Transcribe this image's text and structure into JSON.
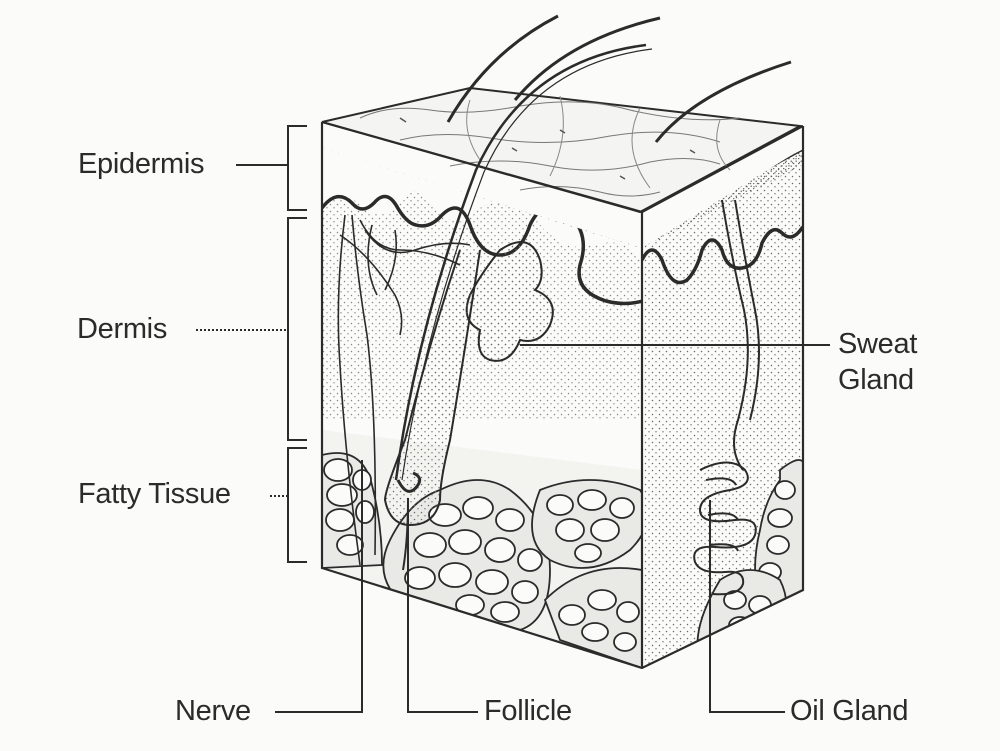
{
  "labels": {
    "epidermis": "Epidermis",
    "dermis": "Dermis",
    "fatty_tissue": "Fatty Tissue",
    "sweat_gland_line1": "Sweat",
    "sweat_gland_line2": "Gland",
    "nerve": "Nerve",
    "follicle": "Follicle",
    "oil_gland": "Oil Gland"
  },
  "colors": {
    "ink": "#2b2b2b",
    "background": "#fbfbf9",
    "stipple": "#6a6a6a"
  }
}
